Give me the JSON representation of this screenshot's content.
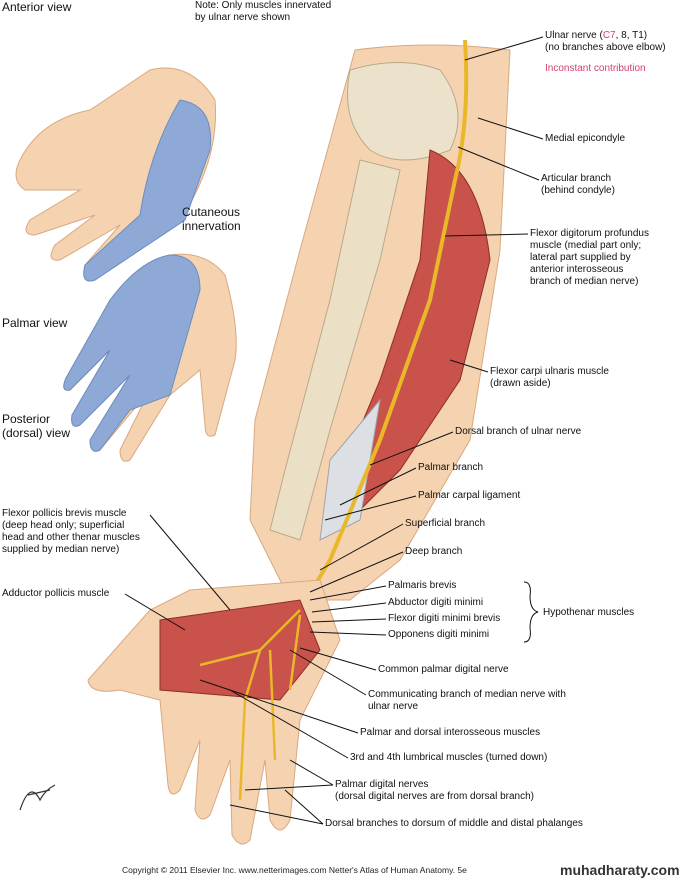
{
  "headings": {
    "anterior_view": "Anterior view",
    "note_line1": "Note: Only muscles innervated",
    "note_line2": "by ulnar nerve shown",
    "cutaneous_line1": "Cutaneous",
    "cutaneous_line2": "innervation",
    "palmar_view": "Palmar view",
    "posterior_line1": "Posterior",
    "posterior_line2": "(dorsal) view"
  },
  "labels": {
    "ulnar_nerve_a": "Ulnar nerve (",
    "ulnar_nerve_c7": "C7",
    "ulnar_nerve_b": ", 8, T1)",
    "ulnar_nerve_line2": "(no branches above elbow)",
    "inconstant": "Inconstant contribution",
    "medial_epicondyle": "Medial epicondyle",
    "articular_line1": "Articular branch",
    "articular_line2": "(behind condyle)",
    "fdp_line1": "Flexor digitorum profundus",
    "fdp_line2": "muscle (medial part only;",
    "fdp_line3": "lateral part supplied by",
    "fdp_line4": "anterior interosseous",
    "fdp_line5": "branch of median nerve)",
    "fcu_line1": "Flexor carpi ulnaris muscle",
    "fcu_line2": "(drawn aside)",
    "dorsal_branch": "Dorsal branch of ulnar nerve",
    "palmar_branch": "Palmar branch",
    "palmar_carpal": "Palmar carpal ligament",
    "superficial_branch": "Superficial branch",
    "deep_branch": "Deep branch",
    "palmaris_brevis": "Palmaris brevis",
    "abductor_dm": "Abductor digiti minimi",
    "flexor_dmb": "Flexor digiti minimi brevis",
    "opponens_dm": "Opponens digiti minimi",
    "hypothenar": "Hypothenar muscles",
    "common_palmar": "Common palmar digital nerve",
    "communicating_line1": "Communicating branch of median nerve with",
    "communicating_line2": "ulnar nerve",
    "interosseous": "Palmar and dorsal interosseous muscles",
    "lumbrical": "3rd and 4th lumbrical muscles (turned down)",
    "palmar_digital_line1": "Palmar digital nerves",
    "palmar_digital_line2": "(dorsal digital nerves are from dorsal branch)",
    "dorsal_branches": "Dorsal branches to dorsum of middle and distal phalanges",
    "fpb_line1": "Flexor pollicis brevis muscle",
    "fpb_line2": "(deep head only; superficial",
    "fpb_line3": "head and other thenar muscles",
    "fpb_line4": "supplied by median nerve)",
    "adductor_pollicis": "Adductor pollicis muscle"
  },
  "footer": {
    "copyright": "Copyright © 2011 Elsevier Inc. www.netterimages.com Netter's Atlas of Human Anatomy. 5e",
    "watermark": "muhadharaty.com",
    "signature": "F. Netter"
  },
  "colors": {
    "skin": "#f6d3b0",
    "muscle": "#c9524a",
    "nerve": "#e8b82a",
    "cutaneous": "#8fa9d6",
    "accent_red": "#d4406a"
  }
}
